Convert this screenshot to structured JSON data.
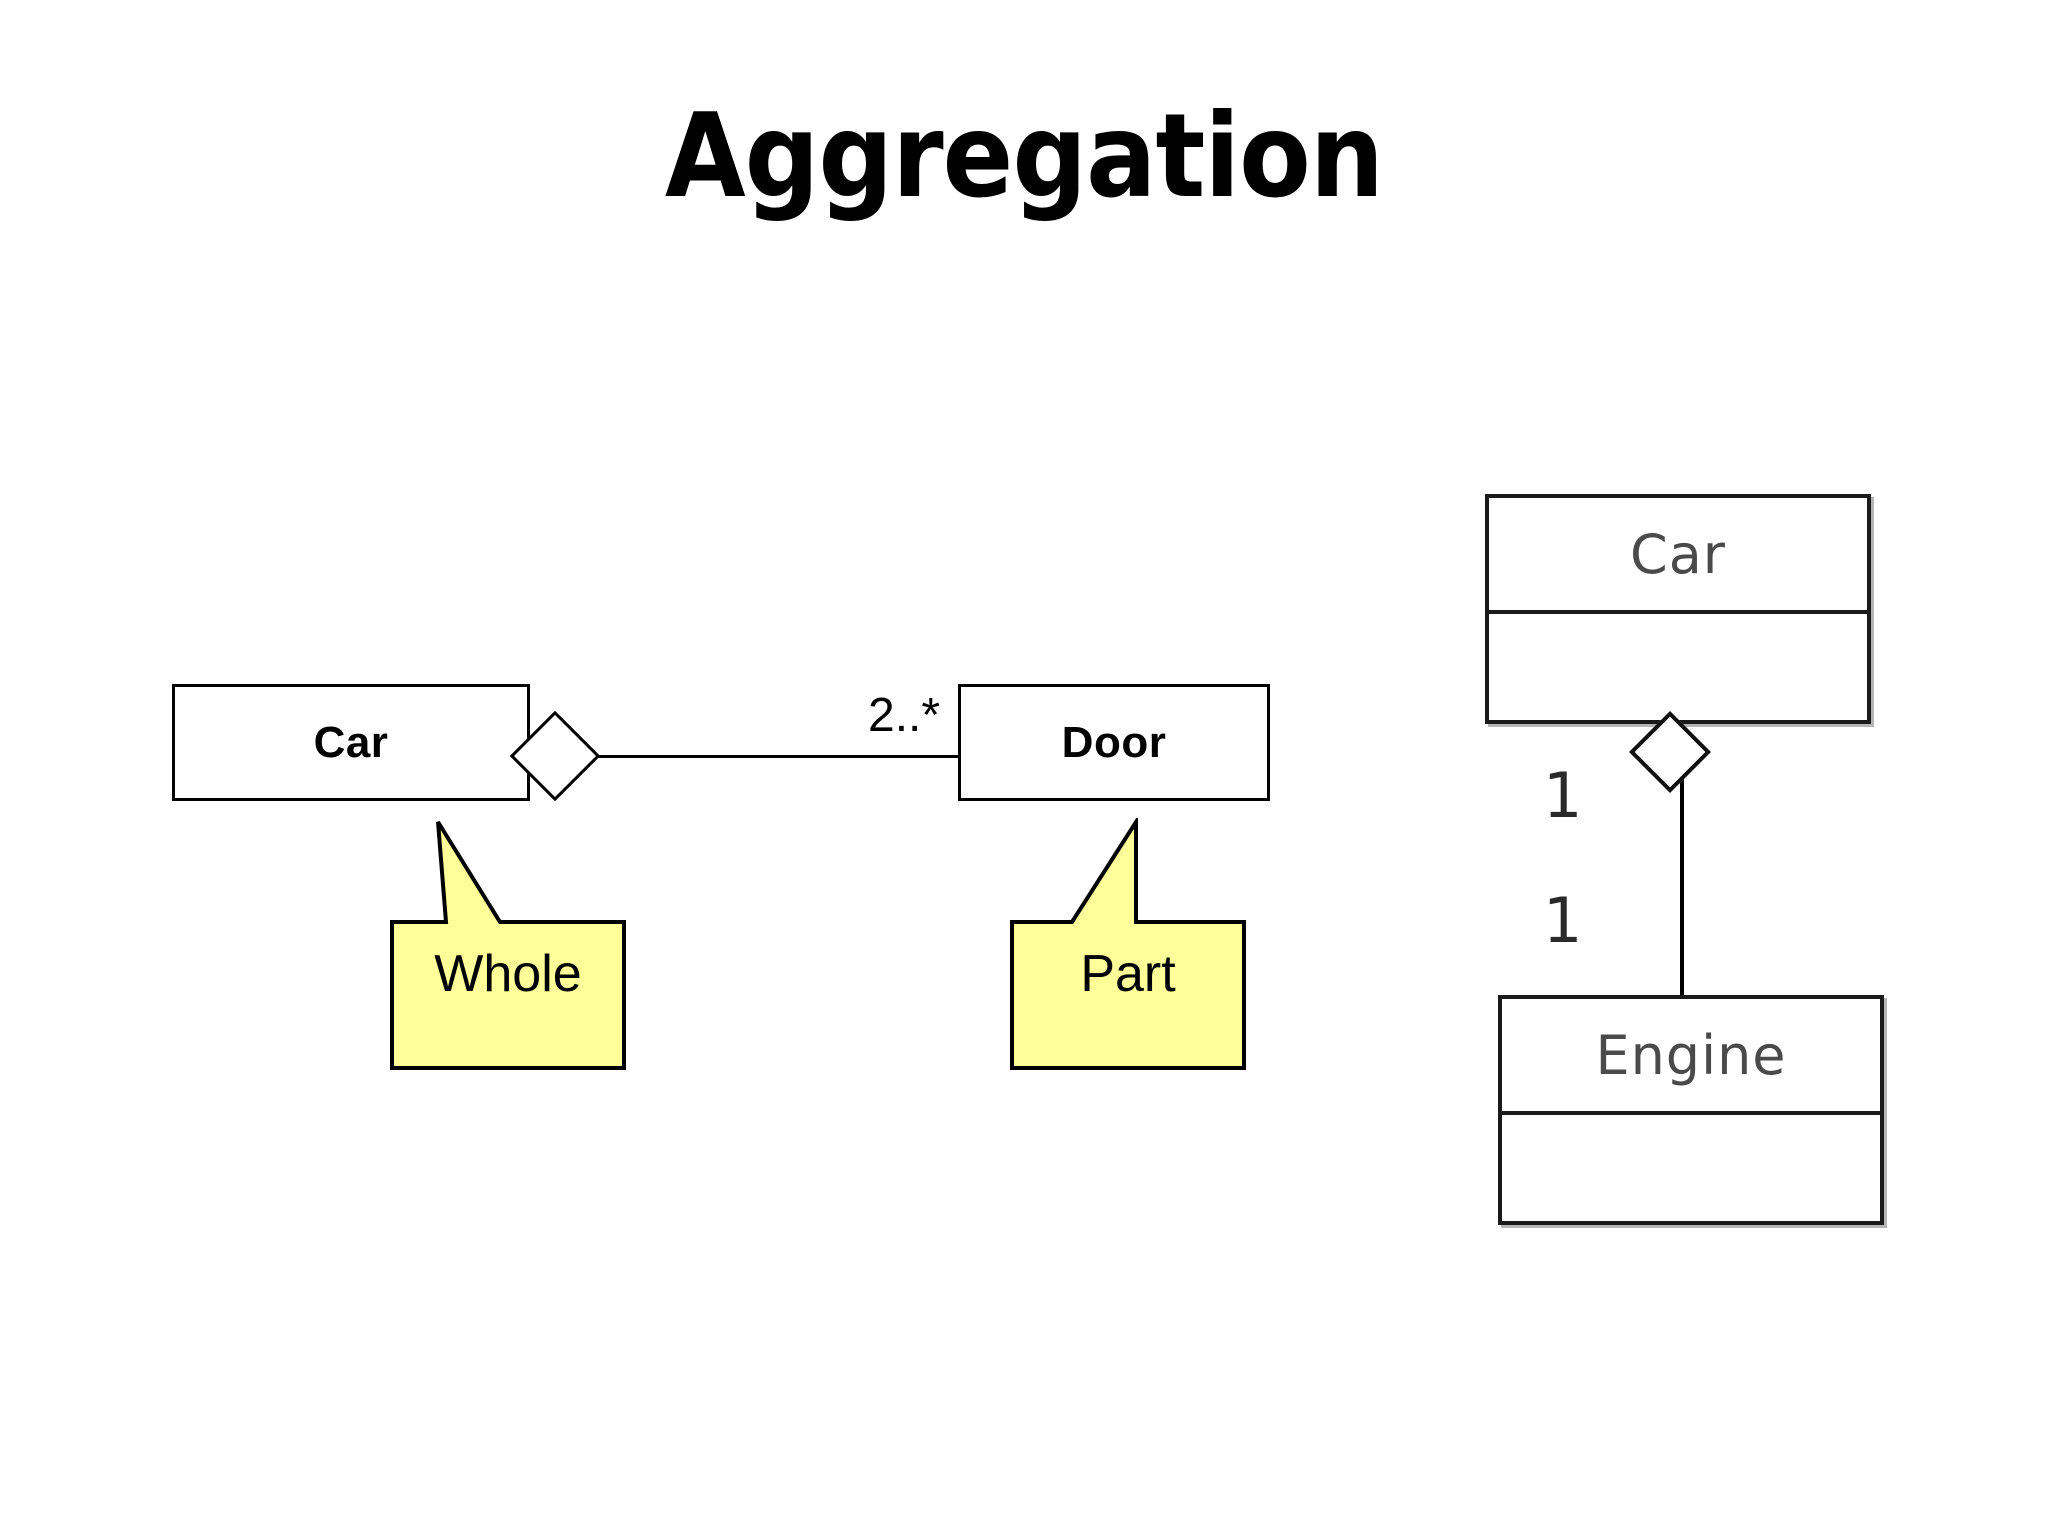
{
  "slide": {
    "title": "Aggregation",
    "background_color": "#FFFFFF"
  },
  "colors": {
    "callout_fill": "#FFFF99",
    "callout_stroke": "#000000",
    "box_stroke": "#000000",
    "class_name_text": "#4A4A4A",
    "line": "#000000"
  },
  "left_diagram": {
    "name": "aggregation-example-car-door",
    "classes": [
      {
        "id": "car",
        "name": "Car",
        "role": "whole"
      },
      {
        "id": "door",
        "name": "Door",
        "role": "part"
      }
    ],
    "relationship": {
      "type": "aggregation",
      "marker": "hollow-diamond",
      "marker_end": "car",
      "source_multiplicity": "",
      "target_multiplicity": "2..*"
    },
    "callouts": [
      {
        "id": "whole",
        "label": "Whole",
        "points_to": "car",
        "tail": "up-left"
      },
      {
        "id": "part",
        "label": "Part",
        "points_to": "door",
        "tail": "up-left"
      }
    ]
  },
  "right_diagram": {
    "name": "aggregation-example-car-engine",
    "classes": [
      {
        "id": "car",
        "name": "Car",
        "compartments": [
          "name",
          "attributes"
        ]
      },
      {
        "id": "engine",
        "name": "Engine",
        "compartments": [
          "name",
          "attributes"
        ]
      }
    ],
    "relationship": {
      "type": "aggregation",
      "marker": "hollow-diamond",
      "marker_end": "car",
      "source_multiplicity": "1",
      "target_multiplicity": "1"
    }
  }
}
